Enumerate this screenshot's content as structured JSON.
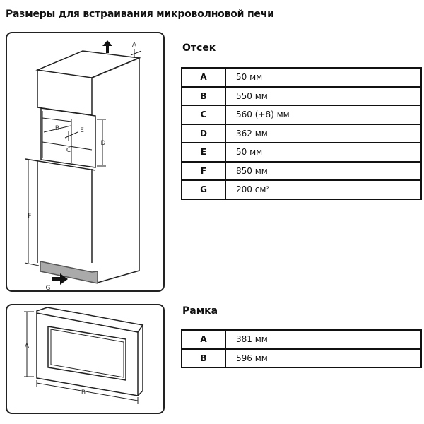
{
  "title": "Размеры для встраивания микроволновой печи",
  "niche": {
    "heading": "Отсек",
    "rows": [
      {
        "key": "A",
        "value": "50 мм"
      },
      {
        "key": "B",
        "value": "550 мм"
      },
      {
        "key": "C",
        "value": "560 (+8) мм"
      },
      {
        "key": "D",
        "value": "362 мм"
      },
      {
        "key": "E",
        "value": "50 мм"
      },
      {
        "key": "F",
        "value": "850 мм"
      },
      {
        "key": "G",
        "value": "200 см²"
      }
    ]
  },
  "frame": {
    "heading": "Рамка",
    "rows": [
      {
        "key": "A",
        "value": "381 мм"
      },
      {
        "key": "B",
        "value": "596 мм"
      }
    ]
  },
  "diagram_labels": {
    "cabinet": [
      "A",
      "B",
      "C",
      "D",
      "E",
      "F",
      "G"
    ],
    "frame": [
      "A",
      "B"
    ]
  }
}
